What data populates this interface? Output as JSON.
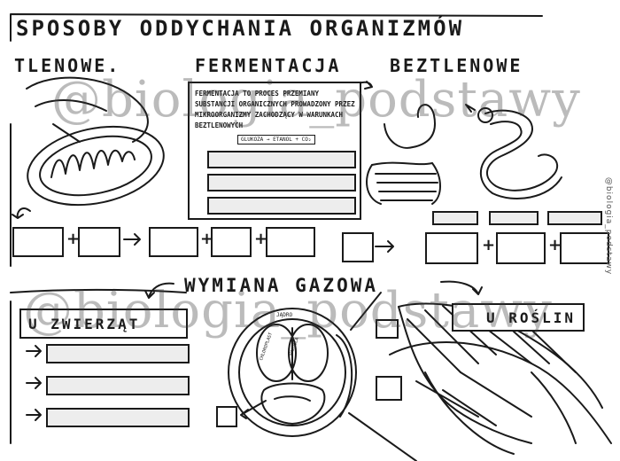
{
  "title": "SPOSOBY ODDYCHANIA ORGANIZMÓW",
  "columns": {
    "tlenowe": "TLENOWE.",
    "fermentacja": "FERMENTACJA",
    "beztlenowe": "BEZTLENOWE"
  },
  "fermentation_text": "FERMENTACJA TO PROCES PRZEMIANY SUBSTANCJI ORGANICZNYCH PROWADZONY PRZEZ MIKROORGANIZMY ZACHODZĄCY W WARUNKACH BEZTLENOWYCH",
  "fermentation_eq": {
    "substrate": "GLUKOZA",
    "product": "ETANOL + CO₂"
  },
  "section2": {
    "title": "WYMIANA GAZOWA",
    "zwierzat": "U ZWIERZĄT",
    "roslin": "U ROŚLIN",
    "cell_labels": {
      "nucleus": "JĄDRO",
      "left": "CHLOROPLAST",
      "right": "WAKUOLA"
    }
  },
  "watermark": "@biologia_podstawy",
  "side_credit": "@biologia_podstawy"
}
